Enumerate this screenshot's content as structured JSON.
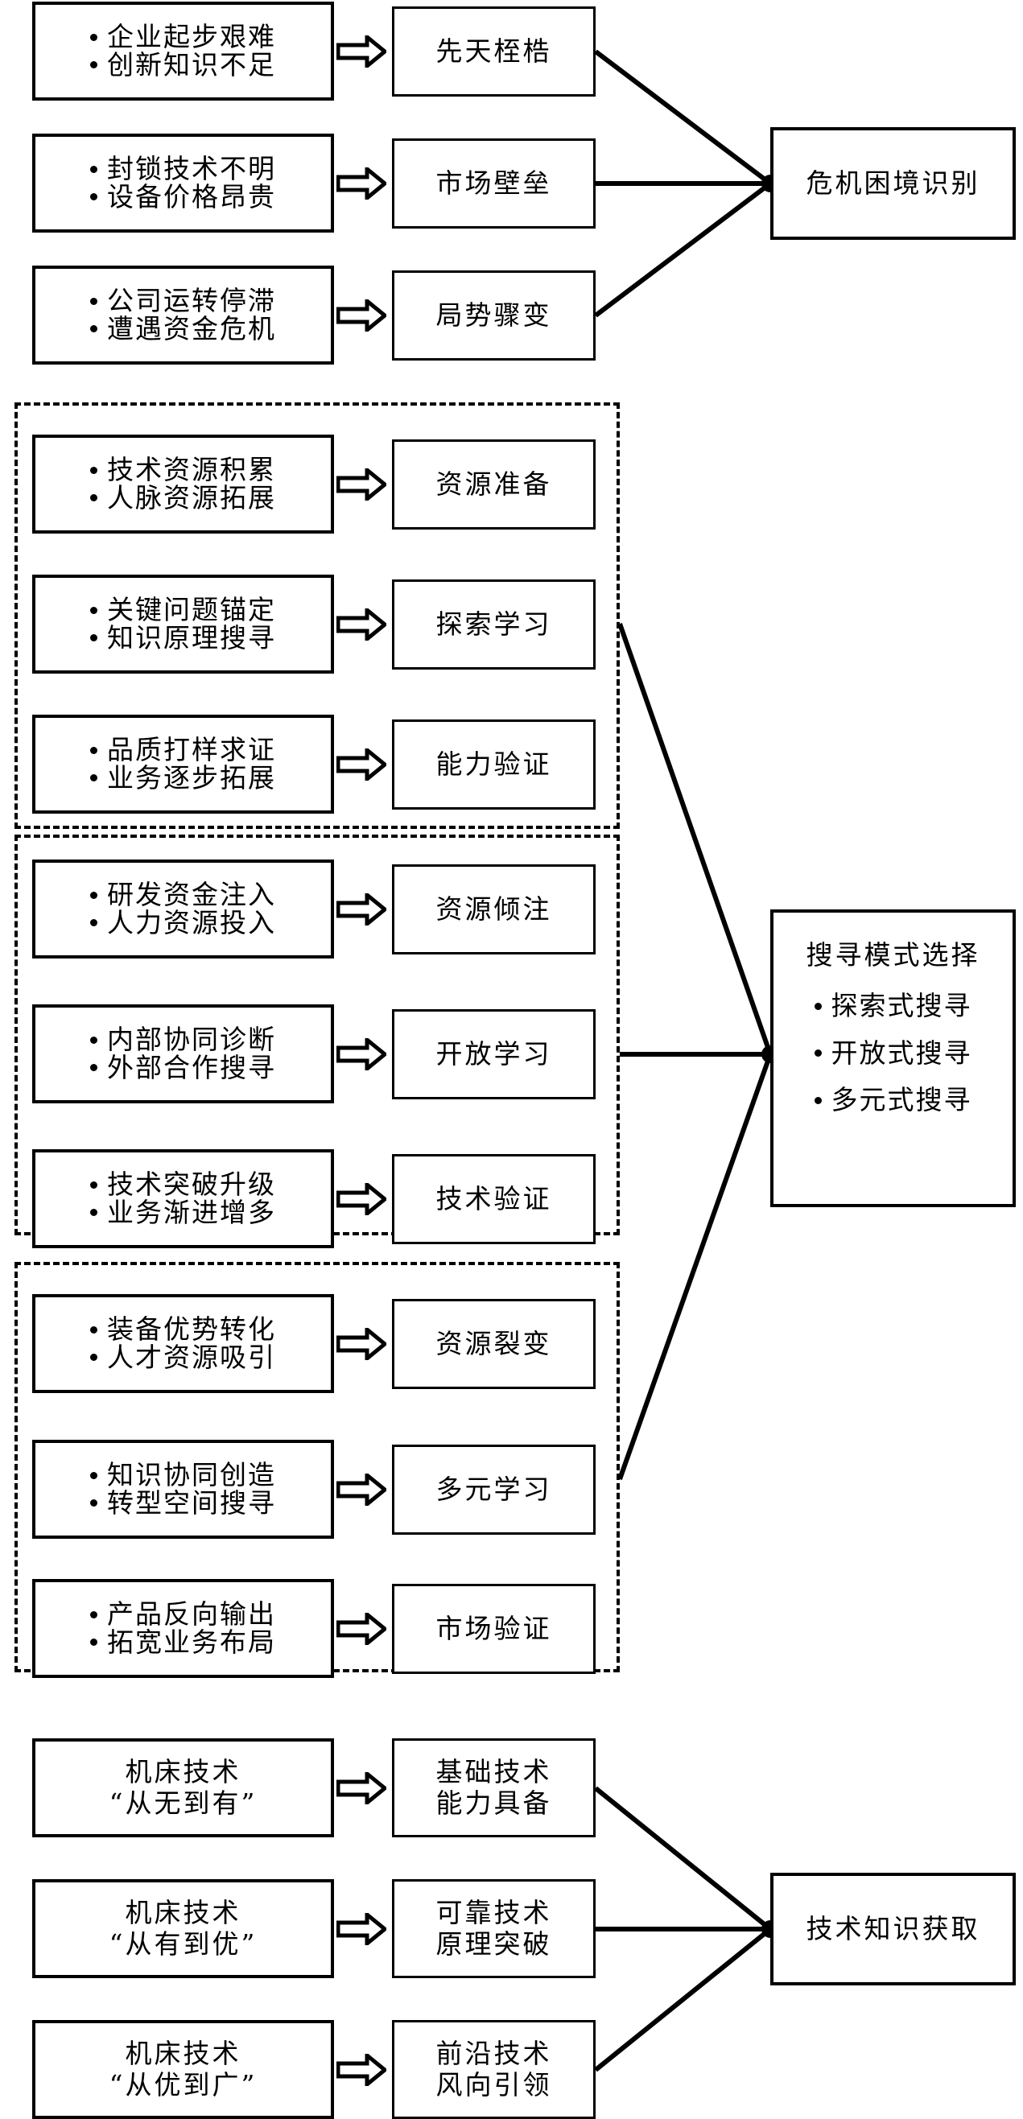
{
  "diagram": {
    "type": "flow-diagram",
    "language": "zh-CN",
    "colors": {
      "stroke": "#000000",
      "fill": "#ffffff"
    },
    "arrow_icon": "hollow-right-arrow"
  },
  "groups": [
    {
      "id": "group-crisis",
      "dashed": false,
      "outcome": "危机困境识别",
      "rows": [
        {
          "bullets": [
            "企业起步艰难",
            "创新知识不足"
          ],
          "result": "先天桎梏"
        },
        {
          "bullets": [
            "封锁技术不明",
            "设备价格昂贵"
          ],
          "result": "市场壁垒"
        },
        {
          "bullets": [
            "公司运转停滞",
            "遭遇资金危机"
          ],
          "result": "局势骤变"
        }
      ]
    },
    {
      "id": "group-explore",
      "dashed": true,
      "rows": [
        {
          "bullets": [
            "技术资源积累",
            "人脉资源拓展"
          ],
          "result": "资源准备"
        },
        {
          "bullets": [
            "关键问题锚定",
            "知识原理搜寻"
          ],
          "result": "探索学习"
        },
        {
          "bullets": [
            "品质打样求证",
            "业务逐步拓展"
          ],
          "result": "能力验证"
        }
      ]
    },
    {
      "id": "group-open",
      "dashed": true,
      "rows": [
        {
          "bullets": [
            "研发资金注入",
            "人力资源投入"
          ],
          "result": "资源倾注"
        },
        {
          "bullets": [
            "内部协同诊断",
            "外部合作搜寻"
          ],
          "result": "开放学习"
        },
        {
          "bullets": [
            "技术突破升级",
            "业务渐进增多"
          ],
          "result": "技术验证"
        }
      ]
    },
    {
      "id": "group-diverse",
      "dashed": true,
      "rows": [
        {
          "bullets": [
            "装备优势转化",
            "人才资源吸引"
          ],
          "result": "资源裂变"
        },
        {
          "bullets": [
            "知识协同创造",
            "转型空间搜寻"
          ],
          "result": "多元学习"
        },
        {
          "bullets": [
            "产品反向输出",
            "拓宽业务布局"
          ],
          "result": "市场验证"
        }
      ]
    },
    {
      "id": "group-tech",
      "dashed": false,
      "outcome": "技术知识获取",
      "rows": [
        {
          "lines": [
            "机床技术",
            "“从无到有”"
          ],
          "result_lines": [
            "基础技术",
            "能力具备"
          ]
        },
        {
          "lines": [
            "机床技术",
            "“从有到优”"
          ],
          "result_lines": [
            "可靠技术",
            "原理突破"
          ]
        },
        {
          "lines": [
            "机床技术",
            "“从优到广”"
          ],
          "result_lines": [
            "前沿技术",
            "风向引领"
          ]
        }
      ]
    }
  ],
  "outcomes": {
    "crisis": {
      "title": "危机困境识别"
    },
    "search_mode": {
      "title": "搜寻模式选择",
      "bullets": [
        "探索式搜寻",
        "开放式搜寻",
        "多元式搜寻"
      ]
    },
    "tech_knowledge": {
      "title": "技术知识获取"
    }
  }
}
